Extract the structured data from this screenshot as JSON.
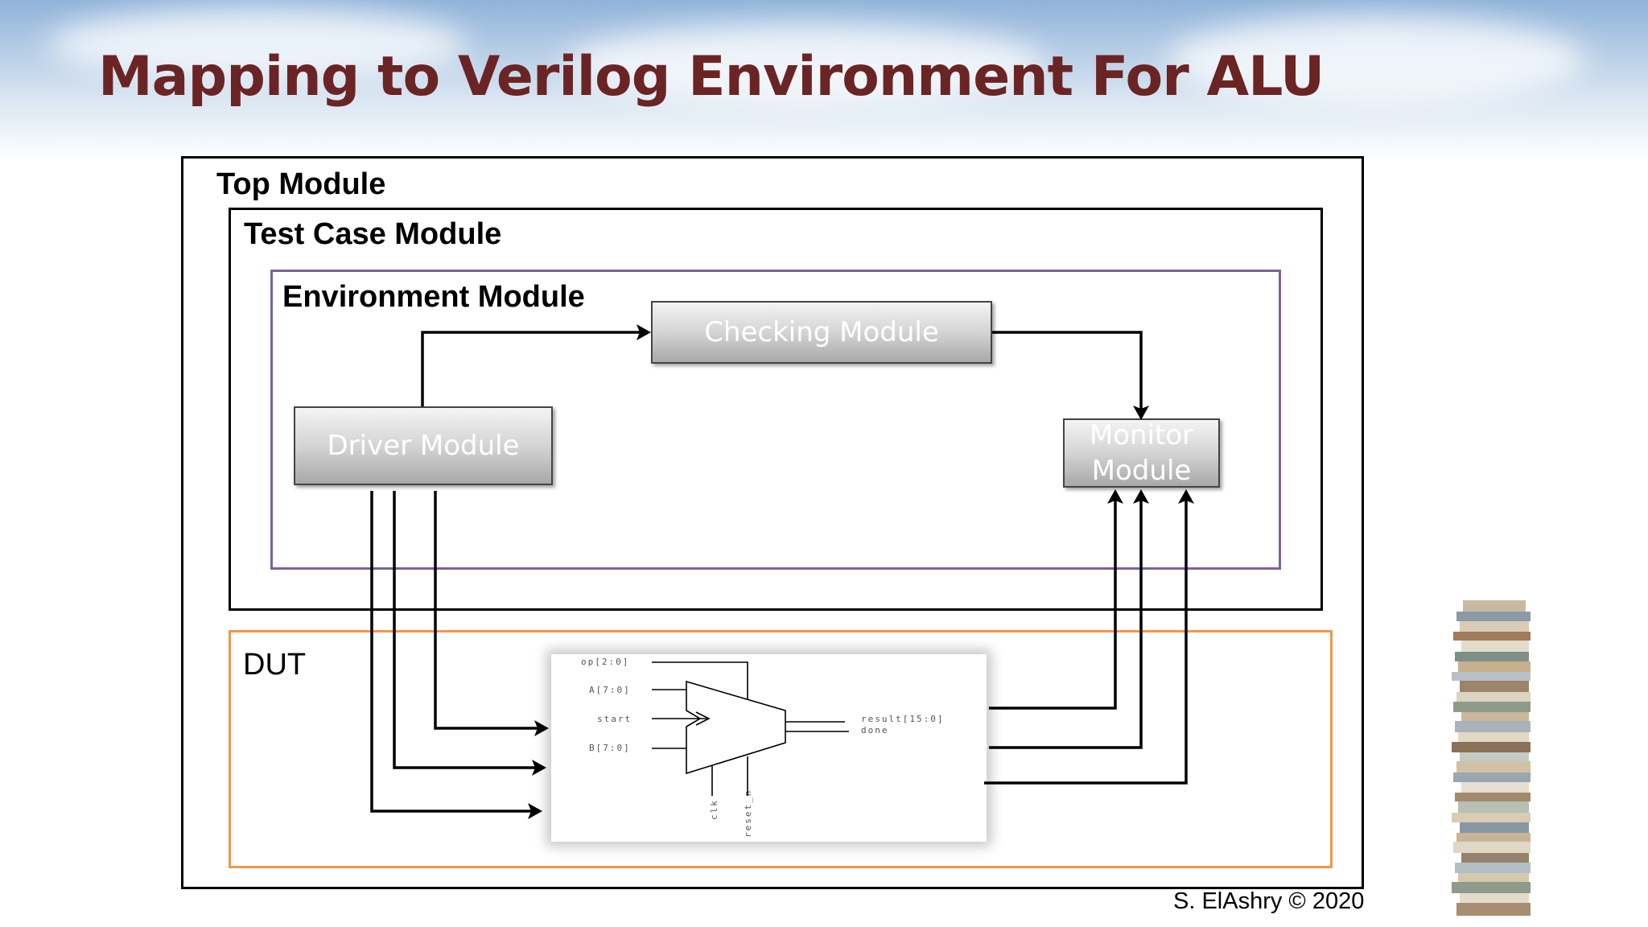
{
  "slide": {
    "title": "Mapping to Verilog Environment For ALU",
    "copyright": "S. ElAshry © 2020"
  },
  "diagram": {
    "top_module": "Top Module",
    "test_case_module": "Test Case Module",
    "environment_module": "Environment Module",
    "checking_module": "Checking Module",
    "driver_module": "Driver Module",
    "monitor_module_line1": "Monitor",
    "monitor_module_line2": "Module",
    "dut": "DUT"
  },
  "dut_block": {
    "inputs": [
      "op[2:0]",
      "A[7:0]",
      "start",
      "B[7:0]"
    ],
    "outputs": [
      "result[15:0]",
      "done"
    ],
    "bottom_pins": [
      "clk",
      "reset_n"
    ]
  },
  "colors": {
    "title": "#6b2424",
    "environment_border": "#7a62a0",
    "dut_border": "#f0974a"
  },
  "decor": {
    "stack_image": "book-stack"
  }
}
